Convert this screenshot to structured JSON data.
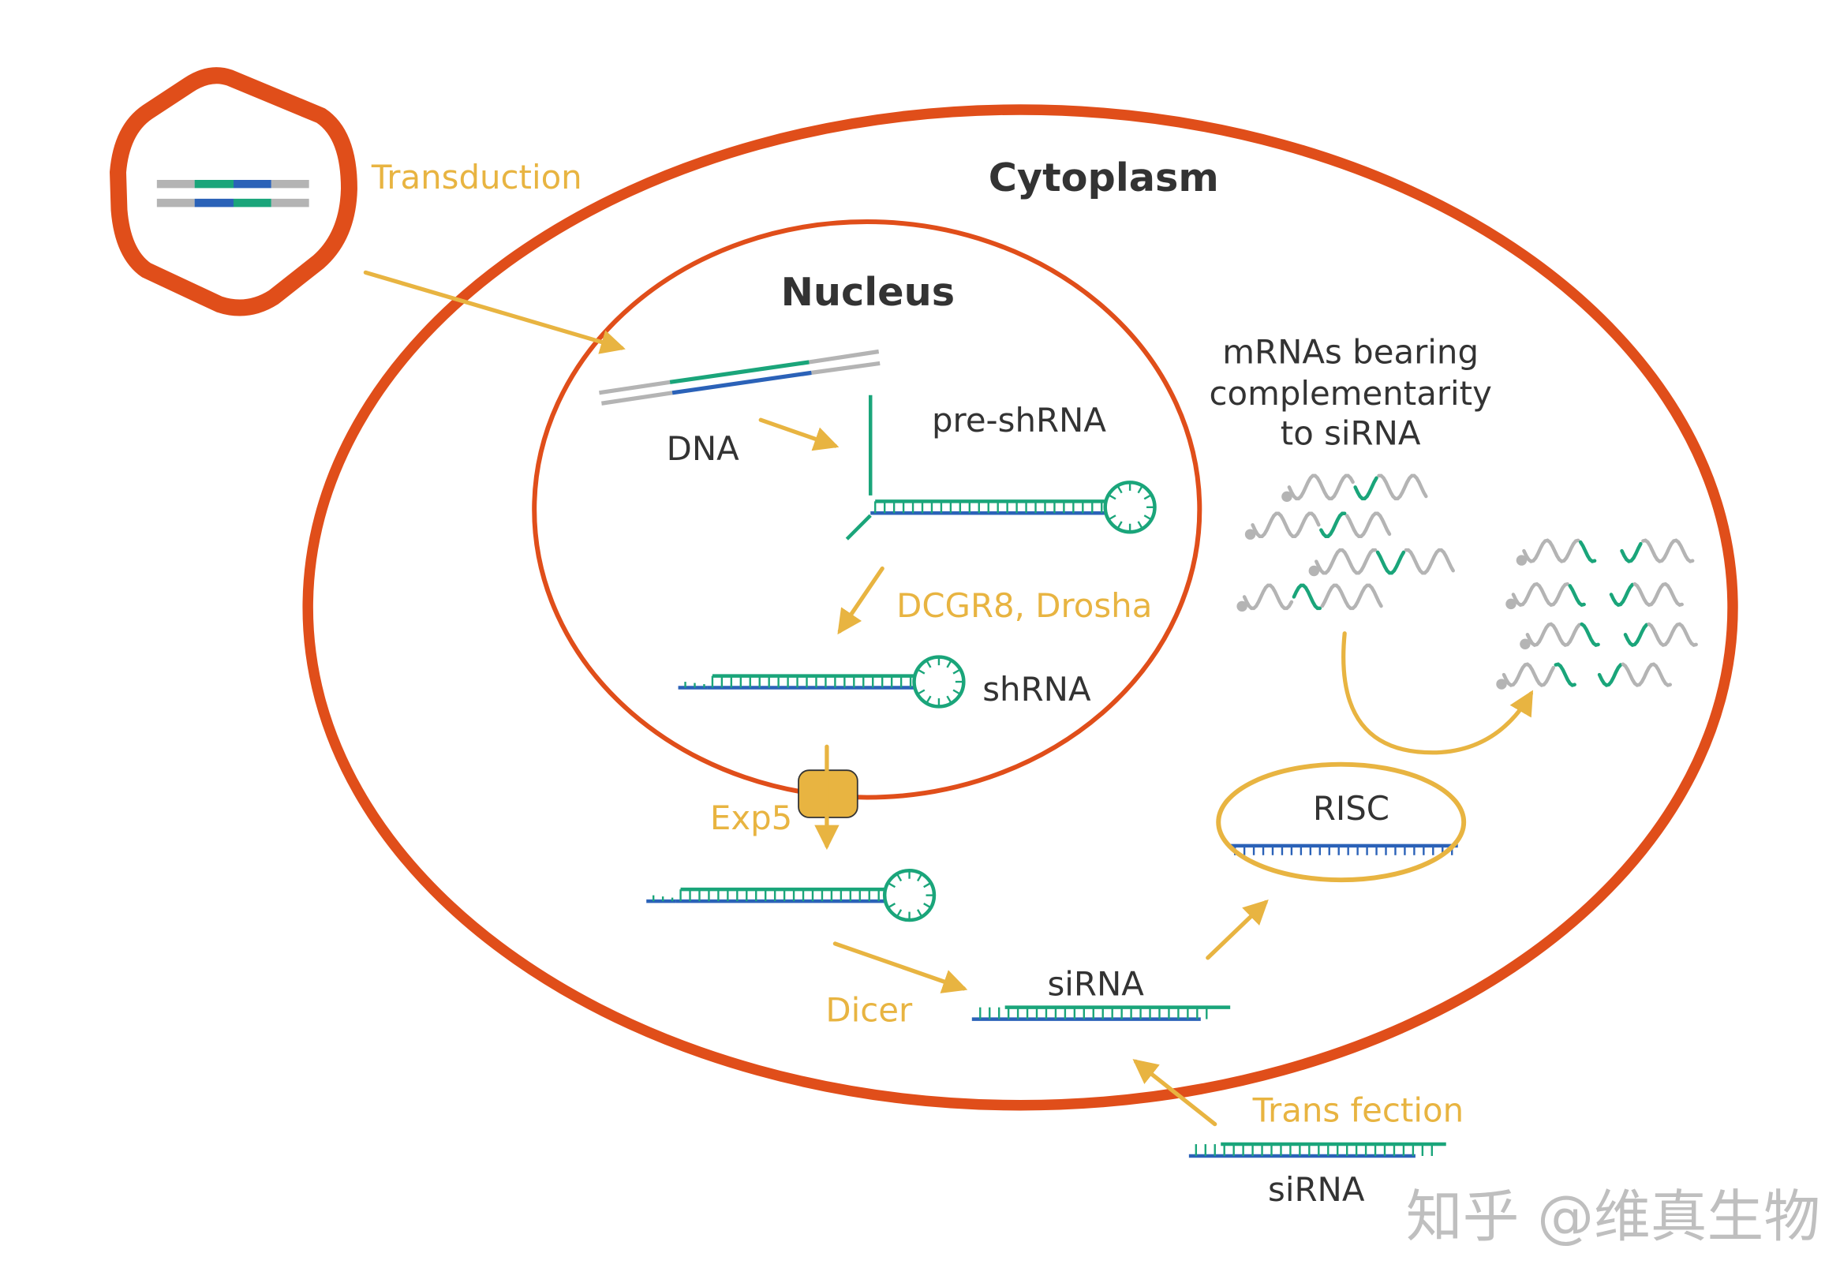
{
  "colors": {
    "membrane": "#e04e1a",
    "arrow": "#e8b441",
    "strand_green": "#1aa57a",
    "strand_blue": "#2b62b8",
    "strand_gray": "#b4b4b4",
    "text_dark": "#333333",
    "text_orange": "#e8b441",
    "exportin_fill": "#e8b441"
  },
  "labels": {
    "transduction": "Transduction",
    "cytoplasm": "Cytoplasm",
    "nucleus": "Nucleus",
    "dna": "DNA",
    "pre_shrna": "pre-shRNA",
    "dcgr8_drosha": "DCGR8, Drosha",
    "shrna": "shRNA",
    "exp5": "Exp5",
    "dicer": "Dicer",
    "sirna_inner": "siRNA",
    "risc": "RISC",
    "mrna_line1": "mRNAs bearing",
    "mrna_line2": "complementarity",
    "mrna_line3": "to siRNA",
    "transfection": "Trans fection",
    "sirna_outer": "siRNA",
    "watermark": "知乎 @维真生物"
  }
}
